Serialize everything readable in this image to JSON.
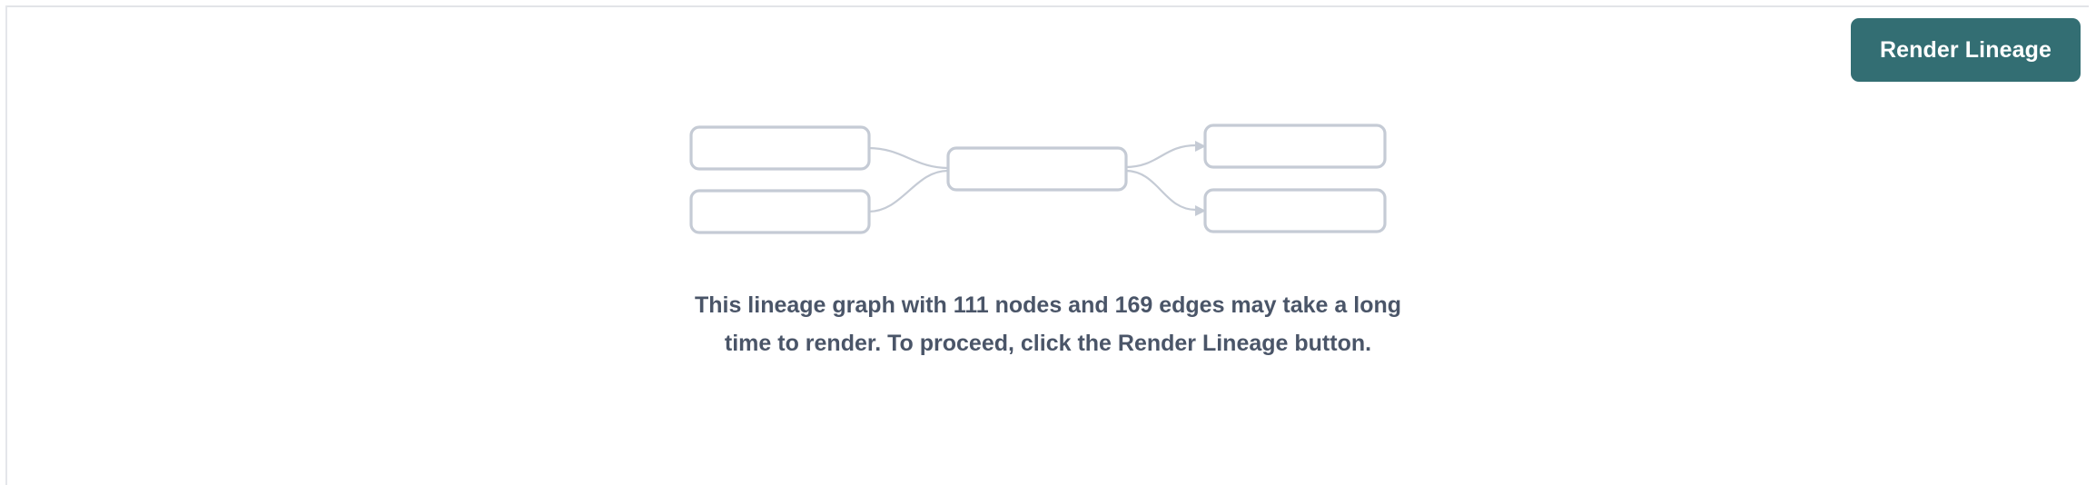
{
  "panel": {
    "background_color": "#ffffff",
    "border_color": "#e2e4e8"
  },
  "toolbar": {
    "render_lineage_label": "Render Lineage",
    "button_color": "#336e73",
    "button_text_color": "#ffffff"
  },
  "empty_state": {
    "message": "This lineage graph with 111 nodes and 169 edges may take a long time to render. To proceed, click the Render Lineage button.",
    "message_color": "#4a5568",
    "node_count": 111,
    "edge_count": 169,
    "illustration": {
      "name": "lineage-graph-placeholder",
      "node_border_color": "#c5cbd5",
      "edge_color": "#c5cbd5",
      "node_labels": [
        "",
        "",
        "",
        "",
        ""
      ]
    }
  }
}
